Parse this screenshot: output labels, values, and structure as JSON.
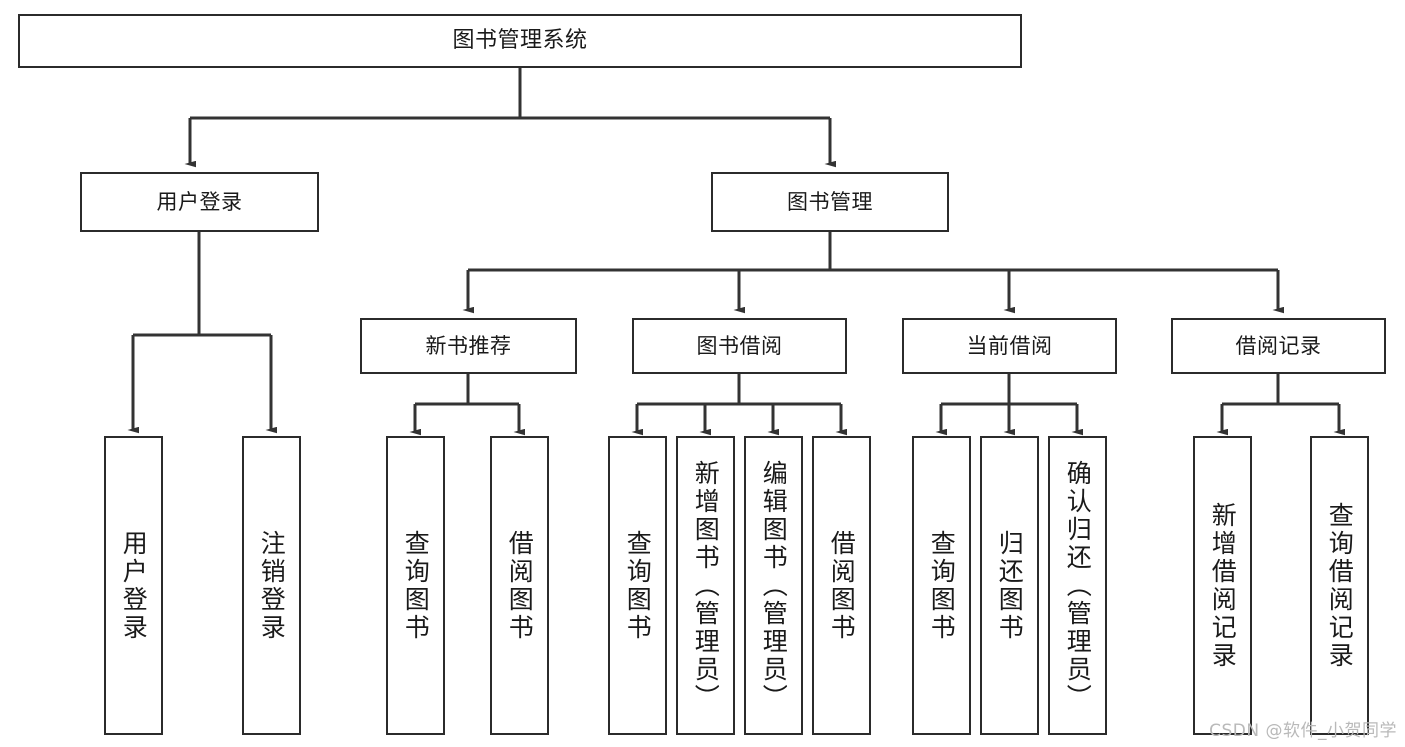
{
  "diagram": {
    "type": "tree-hierarchy",
    "title": "图书管理系统",
    "watermark": "CSDN @软件_小贺同学",
    "colors": {
      "box_border": "#2b2b2b",
      "box_fill": "#ffffff",
      "connector": "#333333",
      "text": "#1a1a1a",
      "watermark": "#b9b9b9",
      "background": "#ffffff"
    },
    "levels": [
      {
        "level": 1,
        "nodes": [
          "root"
        ]
      },
      {
        "level": 2,
        "nodes": [
          "user-login",
          "book-manage"
        ]
      },
      {
        "level": 3,
        "nodes": [
          "new-book-rec",
          "book-borrow",
          "current-borrow",
          "borrow-record"
        ]
      },
      {
        "level": 4,
        "nodes": [
          "leaf nodes"
        ]
      }
    ],
    "nodes": {
      "root": {
        "label": "图书管理系统",
        "orientation": "horizontal"
      },
      "user_login": {
        "label": "用户登录",
        "orientation": "horizontal"
      },
      "book_manage": {
        "label": "图书管理",
        "orientation": "horizontal"
      },
      "new_book_rec": {
        "label": "新书推荐",
        "orientation": "horizontal"
      },
      "book_borrow": {
        "label": "图书借阅",
        "orientation": "horizontal"
      },
      "current_borrow": {
        "label": "当前借阅",
        "orientation": "horizontal"
      },
      "borrow_record": {
        "label": "借阅记录",
        "orientation": "horizontal"
      }
    },
    "leaves": {
      "user_login": [
        {
          "label": "用户登录"
        },
        {
          "label": "注销登录"
        }
      ],
      "new_book_rec": [
        {
          "label": "查询图书"
        },
        {
          "label": "借阅图书"
        }
      ],
      "book_borrow": [
        {
          "label": "查询图书"
        },
        {
          "label": "新增图书（管理员）"
        },
        {
          "label": "编辑图书（管理员）"
        },
        {
          "label": "借阅图书"
        }
      ],
      "current_borrow": [
        {
          "label": "查询图书"
        },
        {
          "label": "归还图书"
        },
        {
          "label": "确认归还（管理员）"
        }
      ],
      "borrow_record": [
        {
          "label": "新增借阅记录"
        },
        {
          "label": "查询借阅记录"
        }
      ]
    }
  }
}
